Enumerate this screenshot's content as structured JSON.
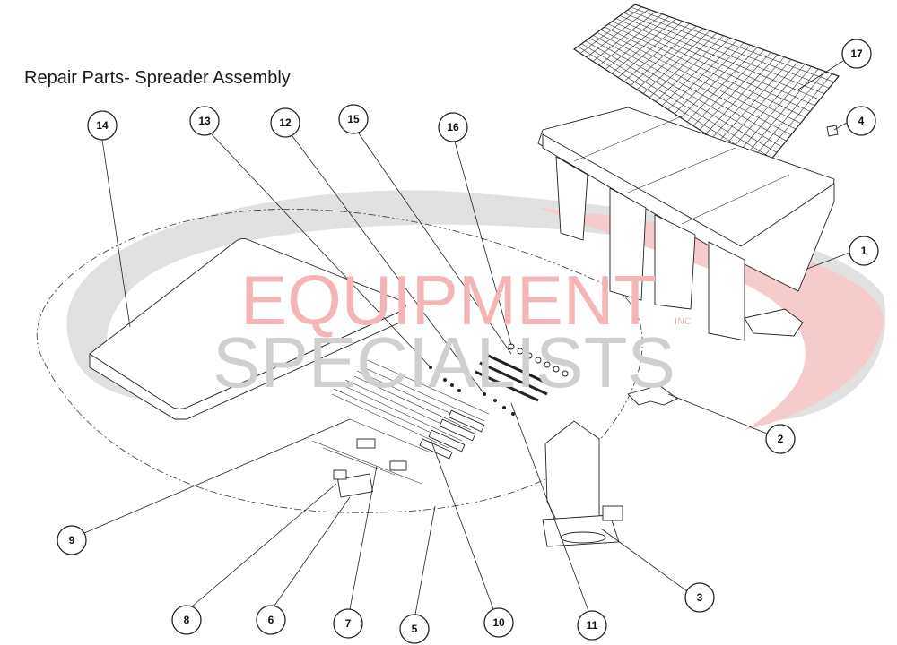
{
  "title": "Repair Parts- Spreader Assembly",
  "watermark": {
    "line1": "EQUIPMENT",
    "line2": "SPECIALISTS",
    "suffix": "INC",
    "color_red": "#f3b5b5",
    "color_gray": "#d4d4d4"
  },
  "callouts": [
    "1",
    "2",
    "3",
    "4",
    "5",
    "6",
    "7",
    "8",
    "9",
    "10",
    "11",
    "12",
    "13",
    "14",
    "15",
    "16",
    "17"
  ]
}
